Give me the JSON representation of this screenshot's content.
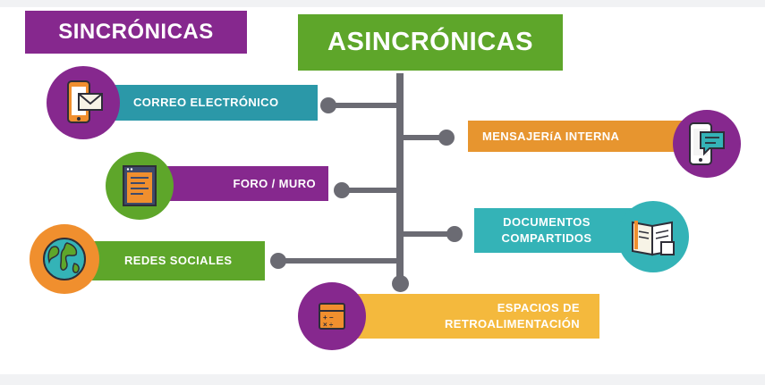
{
  "titles": {
    "synchronous": "SINCRÓNICAS",
    "asynchronous": "ASINCRÓNICAS"
  },
  "items": {
    "email": "CORREO ELECTRÓNICO",
    "forum": "FORO / MURO",
    "social": "REDES SOCIALES",
    "messaging": "MENSAJERíA INTERNA",
    "documents_1": "DOCUMENTOS",
    "documents_2": "COMPARTIDOS",
    "feedback_1": "ESPACIOS DE",
    "feedback_2": "RETROALIMENTACIÓN"
  },
  "icons": [
    "phone-mail-icon",
    "document-list-icon",
    "globe-icon",
    "phone-chat-icon",
    "open-book-icon",
    "calculator-icon"
  ],
  "colors": {
    "purple": "#86288e",
    "green": "#5ea62a",
    "teal": "#2b98a8",
    "orange": "#e7952f",
    "cyan": "#34b3b7",
    "yellow": "#f4b93d",
    "connector": "#6b6b73"
  }
}
